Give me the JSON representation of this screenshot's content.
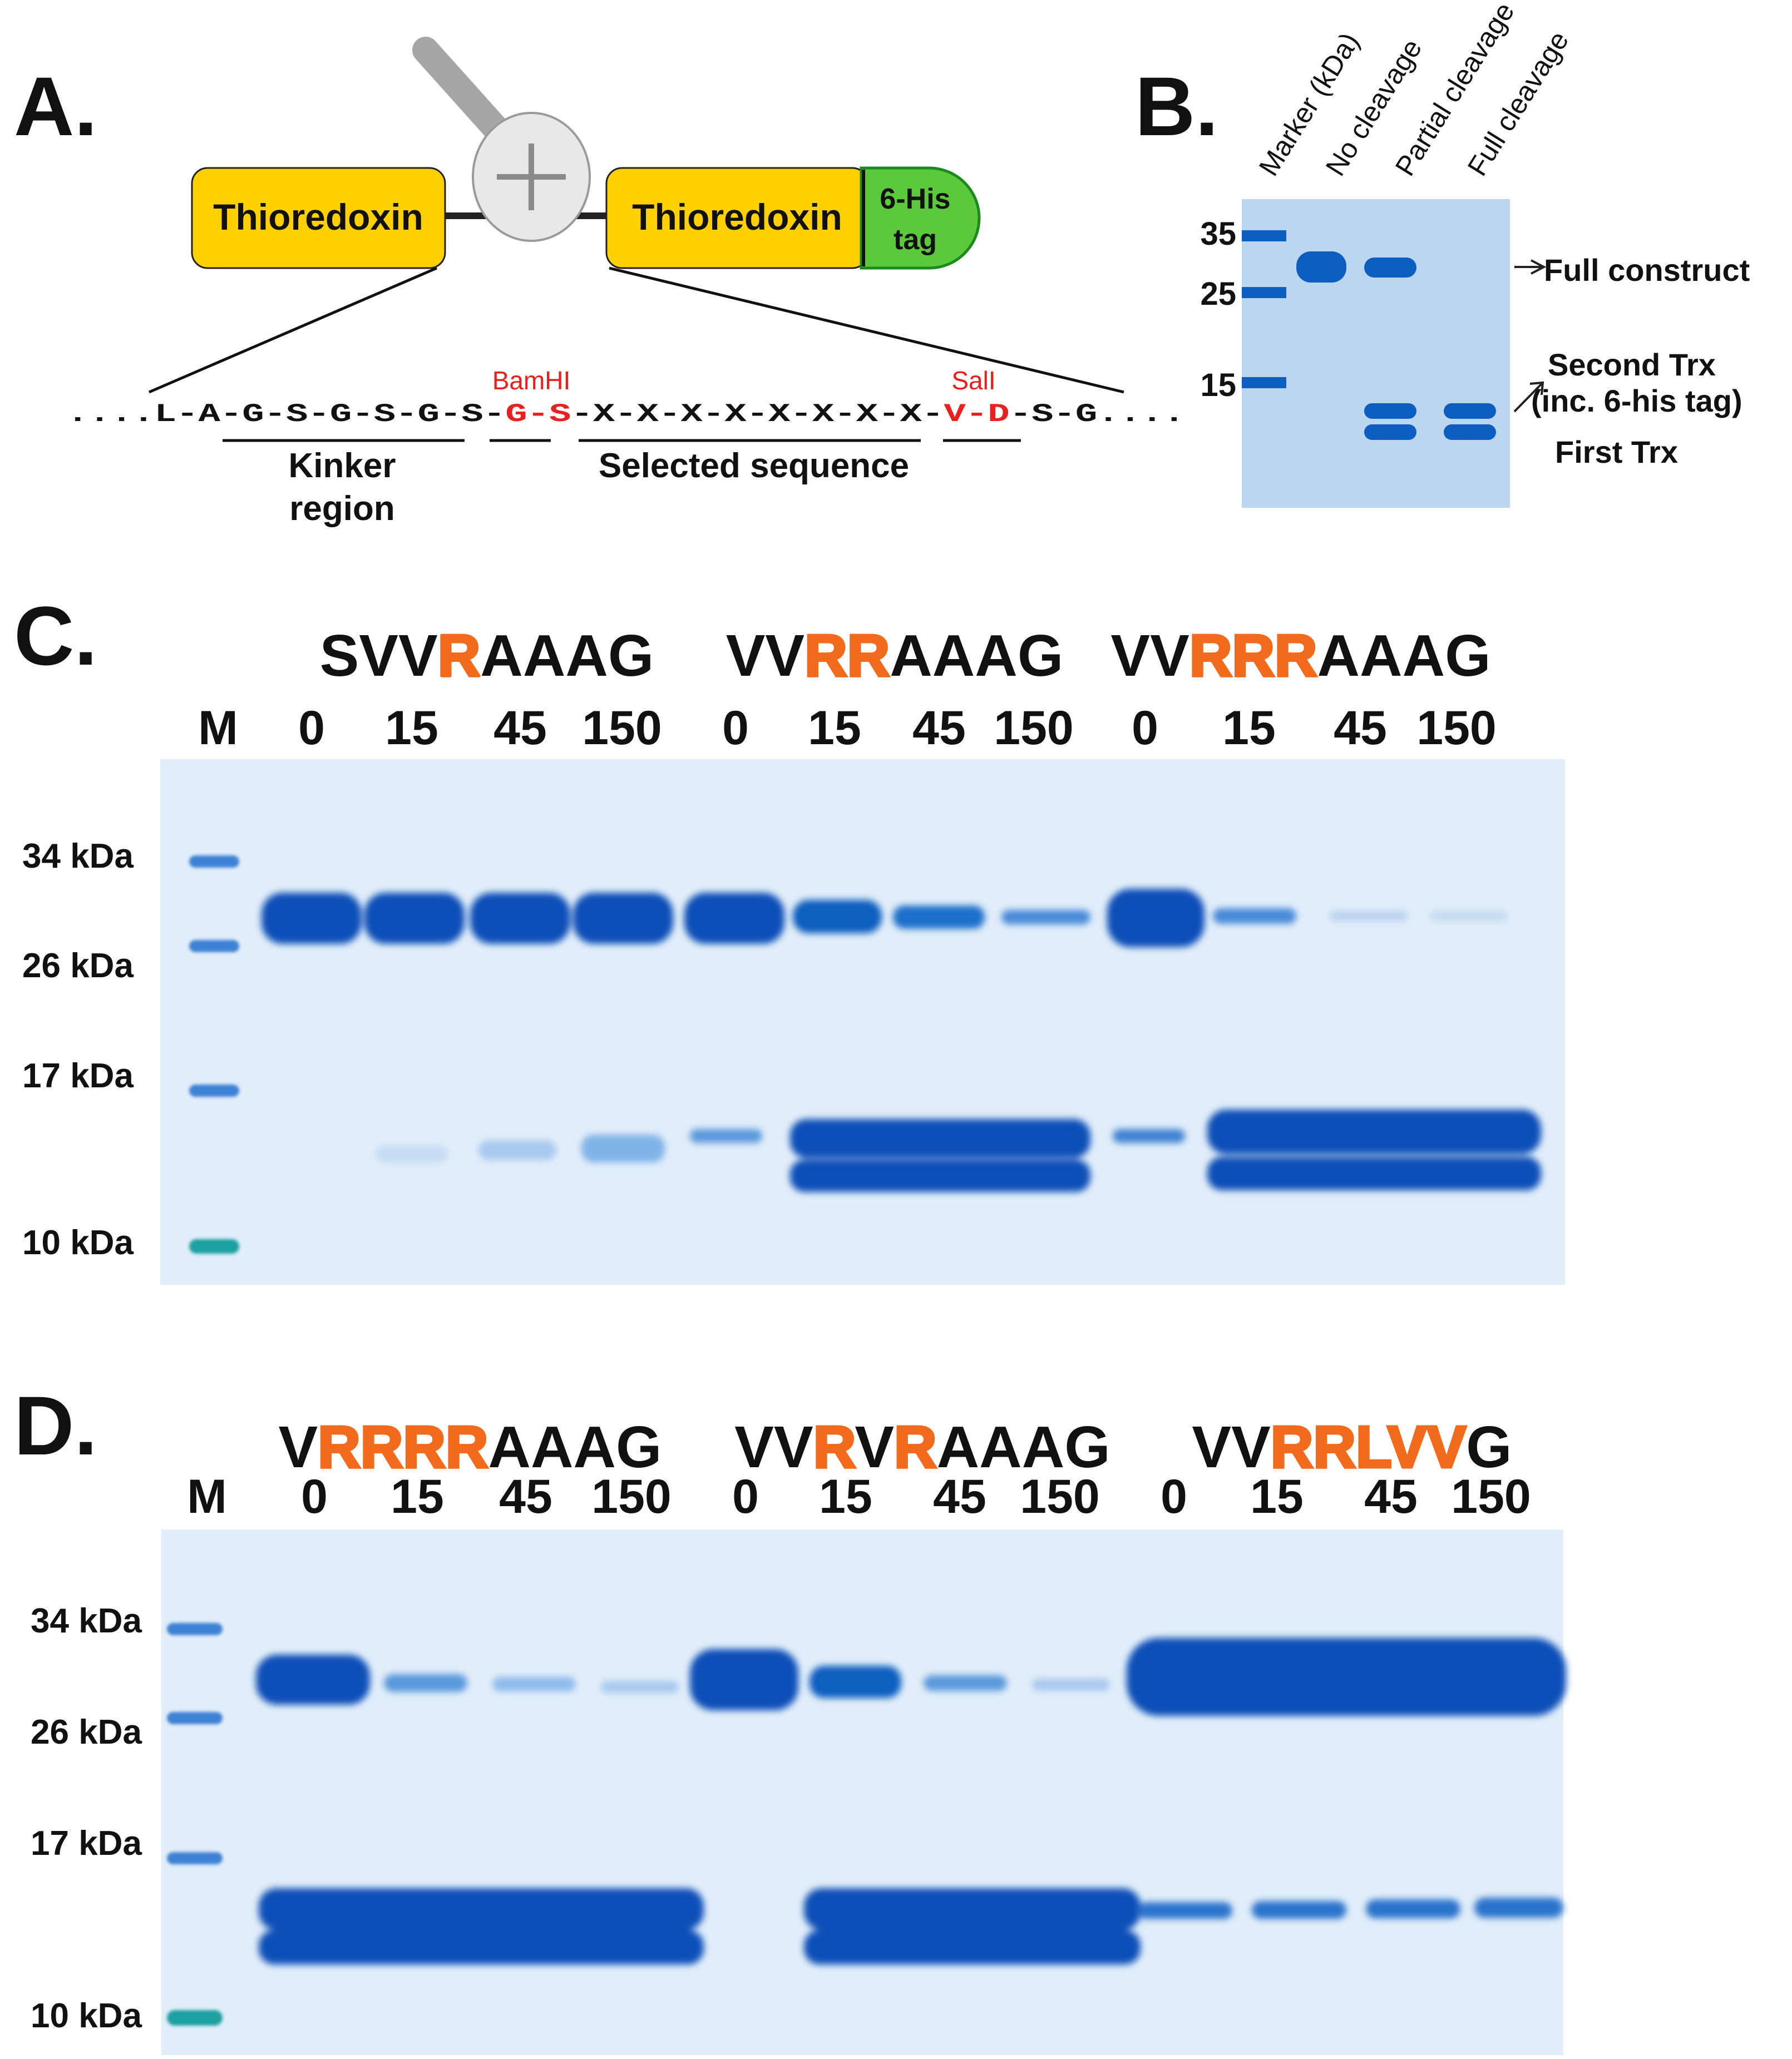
{
  "colors": {
    "thioredoxin": "#FFD000",
    "his_tag": "#5CC83B",
    "protease": "#E8E8E8",
    "gel_bg": "#BDD6F0",
    "band": "#0C5FC0",
    "band_dark": "#0A3FA8",
    "restriction_red": "#E8201E",
    "orange_box": "#F26A1B"
  },
  "panelA": {
    "label": "A.",
    "domain1": "Thioredoxin",
    "domain2": "Thioredoxin",
    "tag_line1": "6-His",
    "tag_line2": "tag",
    "protease_icon": "plus-icon",
    "sequence": {
      "lead": "....L-A-G-S-G-S-G-S-",
      "bamhi_seq": "G-S",
      "middle": "-X-X-X-X-X-X-X-X-",
      "sali_seq": "V-D",
      "tail": "-S-G....",
      "bamhi_label": "BamHI",
      "sali_label": "SalI"
    },
    "linker_line1": "Kinker",
    "linker_line2": "region",
    "selected_label": "Selected sequence"
  },
  "panelB": {
    "label": "B.",
    "lane_headers": [
      "Marker (kDa)",
      "No cleavage",
      "Partial cleavage",
      "Full cleavage"
    ],
    "marker_ticks": [
      "35",
      "25",
      "15"
    ],
    "annotations": {
      "full": "Full construct",
      "second_line1": "Second Trx",
      "second_line2": "(inc. 6-his tag)",
      "first": "First Trx"
    }
  },
  "panelC": {
    "label": "C.",
    "marker_label": "M",
    "groups": [
      {
        "sequence": [
          {
            "t": "SVV",
            "hl": false
          },
          {
            "t": "R",
            "hl": true
          },
          {
            "t": "AAAG",
            "hl": false
          }
        ],
        "times": [
          "0",
          "15",
          "45",
          "150"
        ]
      },
      {
        "sequence": [
          {
            "t": "VV",
            "hl": false
          },
          {
            "t": "RR",
            "hl": true
          },
          {
            "t": "AAAG",
            "hl": false
          }
        ],
        "times": [
          "0",
          "15",
          "45",
          "150"
        ]
      },
      {
        "sequence": [
          {
            "t": "VV",
            "hl": false
          },
          {
            "t": "RRR",
            "hl": true
          },
          {
            "t": "AAAG",
            "hl": false
          }
        ],
        "times": [
          "0",
          "15",
          "45",
          "150"
        ]
      }
    ],
    "mw_labels": [
      "34 kDa",
      "26 kDa",
      "17 kDa",
      "10 kDa"
    ]
  },
  "panelD": {
    "label": "D.",
    "marker_label": "M",
    "groups": [
      {
        "sequence": [
          {
            "t": "V",
            "hl": false
          },
          {
            "t": "RRRR",
            "hl": true
          },
          {
            "t": "AAAG",
            "hl": false
          }
        ],
        "times": [
          "0",
          "15",
          "45",
          "150"
        ]
      },
      {
        "sequence": [
          {
            "t": "VV",
            "hl": false
          },
          {
            "t": "R",
            "hl": true
          },
          {
            "t": "V",
            "hl": false
          },
          {
            "t": "R",
            "hl": true
          },
          {
            "t": "AAAG",
            "hl": false
          }
        ],
        "times": [
          "0",
          "15",
          "45",
          "150"
        ]
      },
      {
        "sequence": [
          {
            "t": "VV",
            "hl": false
          },
          {
            "t": "RRLVV",
            "hl": true
          },
          {
            "t": "G",
            "hl": false
          }
        ],
        "times": [
          "0",
          "15",
          "45",
          "150"
        ]
      }
    ],
    "mw_labels": [
      "34 kDa",
      "26 kDa",
      "17 kDa",
      "10 kDa"
    ]
  }
}
